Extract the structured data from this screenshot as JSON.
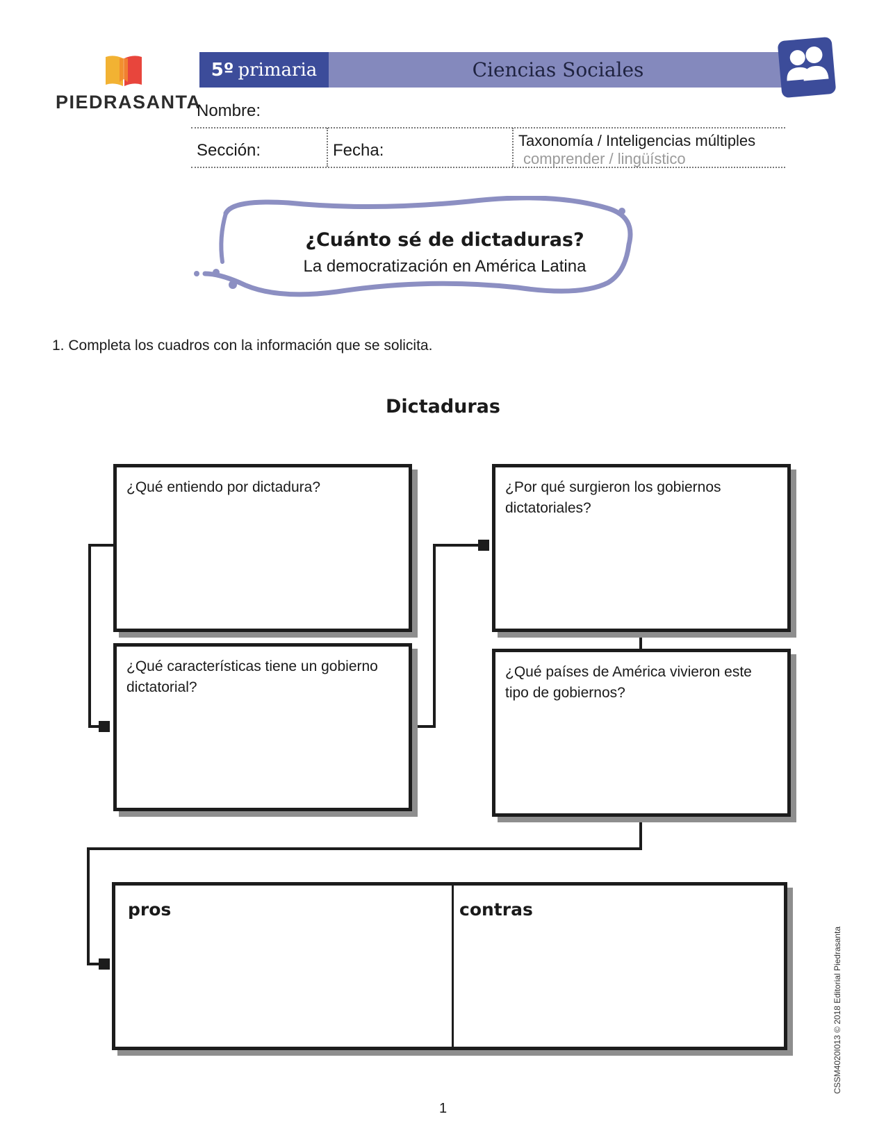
{
  "brand": {
    "name": "PIEDRASANTA",
    "logo_colors": {
      "left": "#f2b233",
      "right": "#e8453c"
    }
  },
  "header": {
    "grade_number": "5º",
    "grade_text": "primaria",
    "subject": "Ciencias Sociales",
    "badge_icon": "users-icon",
    "accent_dark": "#3c4c9a",
    "accent_light": "#8489bd"
  },
  "form": {
    "name_label": "Nombre:",
    "section_label": "Sección:",
    "date_label": "Fecha:",
    "taxonomy_title": "Taxonomía / Inteligencias múltiples",
    "taxonomy_value": "comprender / lingüístico"
  },
  "title": {
    "main": "¿Cuánto sé de dictaduras?",
    "sub": "La democratización en América Latina"
  },
  "instruction": "1.  Completa los cuadros con la información que se solicita.",
  "diagram": {
    "title": "Dictaduras",
    "boxes": [
      {
        "question": "¿Qué entiendo por dictadura?"
      },
      {
        "question": "¿Por qué surgieron los gobiernos dictatoriales?"
      },
      {
        "question": "¿Qué características tiene un gobierno dictatorial?"
      },
      {
        "question": "¿Qué países de América vivieron  este tipo de gobiernos?"
      }
    ],
    "pros_label": "pros",
    "contras_label": "contras"
  },
  "footer": {
    "page_number": "1",
    "side_credit": "CSSM4020I013   ©  2018 Editorial Piedrasanta"
  }
}
